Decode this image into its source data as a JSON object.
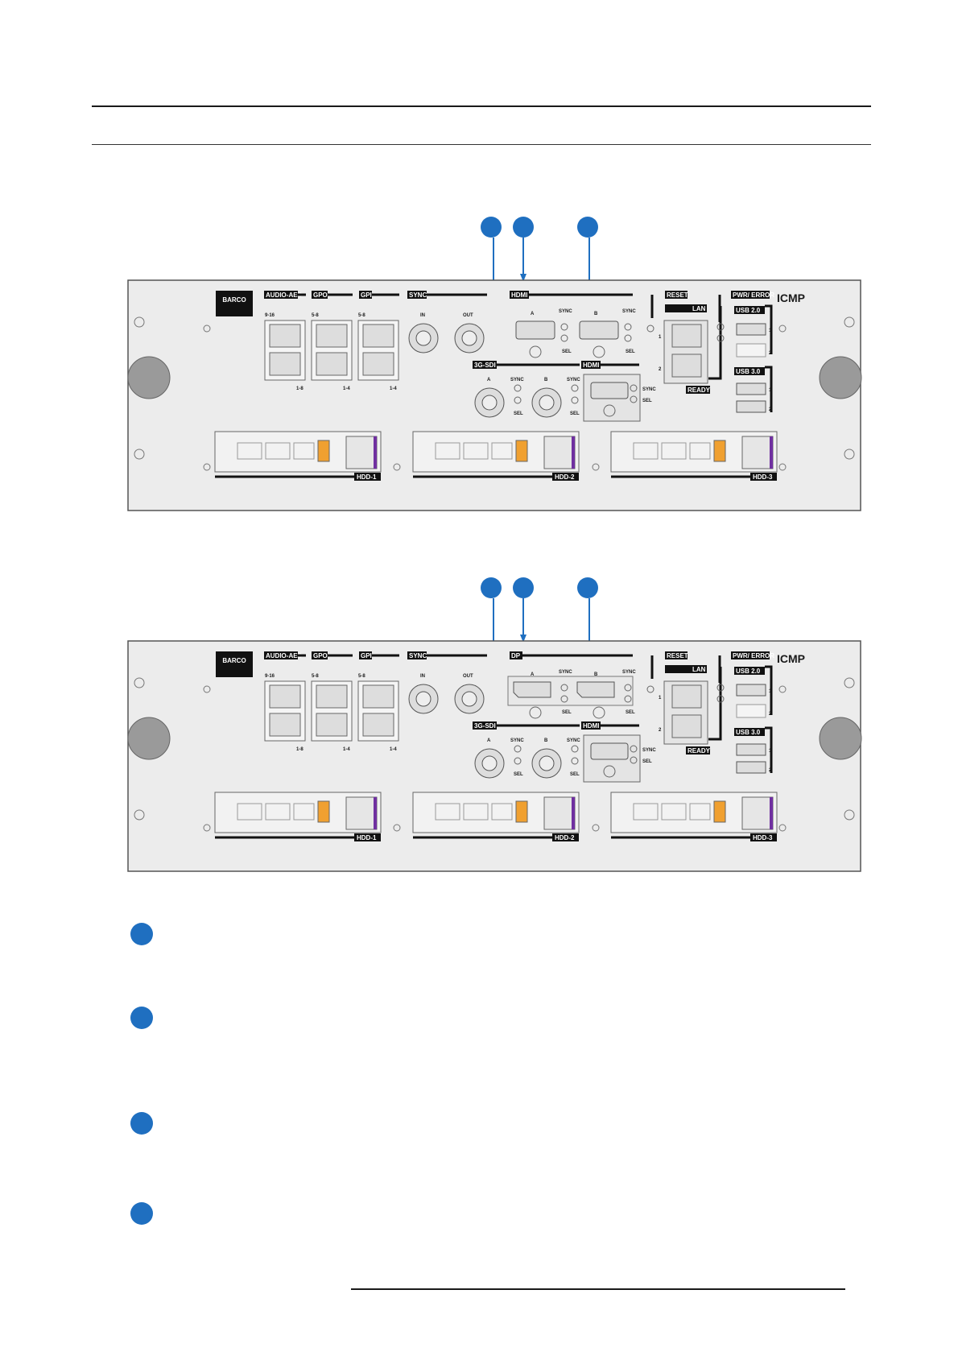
{
  "diagram_top": {
    "brand": "BARCO",
    "product": "ICMP",
    "section_labels": [
      "AUDIO-AES",
      "GPO",
      "GPI",
      "SYNC",
      "HDMI",
      "RESET",
      "PWR/ ERROR"
    ],
    "port_labels": {
      "audio_top": "9-16",
      "audio_bottom": "1-8",
      "gpo_top": "5-8",
      "gpo_bottom": "1-4",
      "gpi_top": "5-8",
      "gpi_bottom": "1-4",
      "sync_in": "IN",
      "sync_out": "OUT",
      "hdmi_a": "A",
      "hdmi_b": "B",
      "sync_led": "SYNC",
      "sel_led": "SEL",
      "sdi_section": "3G-SDI",
      "sdi_a": "A",
      "sdi_b": "B",
      "hdmi_lower": "HDMI",
      "lan": "LAN",
      "lan_1": "1",
      "lan_2": "2",
      "ready": "READY",
      "usb20": "USB 2.0",
      "usb30": "USB 3.0",
      "usb_1": "1",
      "usb_2": "2",
      "hdd1": "HDD-1",
      "hdd2": "HDD-2",
      "hdd3": "HDD-3"
    }
  },
  "diagram_bottom": {
    "brand": "BARCO",
    "product": "ICMP",
    "section_labels": [
      "AUDIO-AES",
      "GPO",
      "GPI",
      "SYNC",
      "DP",
      "RESET",
      "PWR/ ERROR"
    ],
    "port_labels": {
      "audio_top": "9-16",
      "audio_bottom": "1-8",
      "gpo_top": "5-8",
      "gpo_bottom": "1-4",
      "gpi_top": "5-8",
      "gpi_bottom": "1-4",
      "sync_in": "IN",
      "sync_out": "OUT",
      "hdmi_a": "A",
      "hdmi_b": "B",
      "sync_led": "SYNC",
      "sel_led": "SEL",
      "sdi_section": "3G-SDI",
      "sdi_a": "A",
      "sdi_b": "B",
      "hdmi_lower": "HDMI",
      "lan": "LAN",
      "lan_1": "1",
      "lan_2": "2",
      "ready": "READY",
      "usb20": "USB 2.0",
      "usb30": "USB 3.0",
      "usb_1": "1",
      "usb_2": "2",
      "hdd1": "HDD-1",
      "hdd2": "HDD-2",
      "hdd3": "HDD-3"
    }
  },
  "colors": {
    "callout": "#1f6fc0",
    "panel": "#ececec",
    "latch": "#f0a030",
    "purple": "#7030a0"
  }
}
